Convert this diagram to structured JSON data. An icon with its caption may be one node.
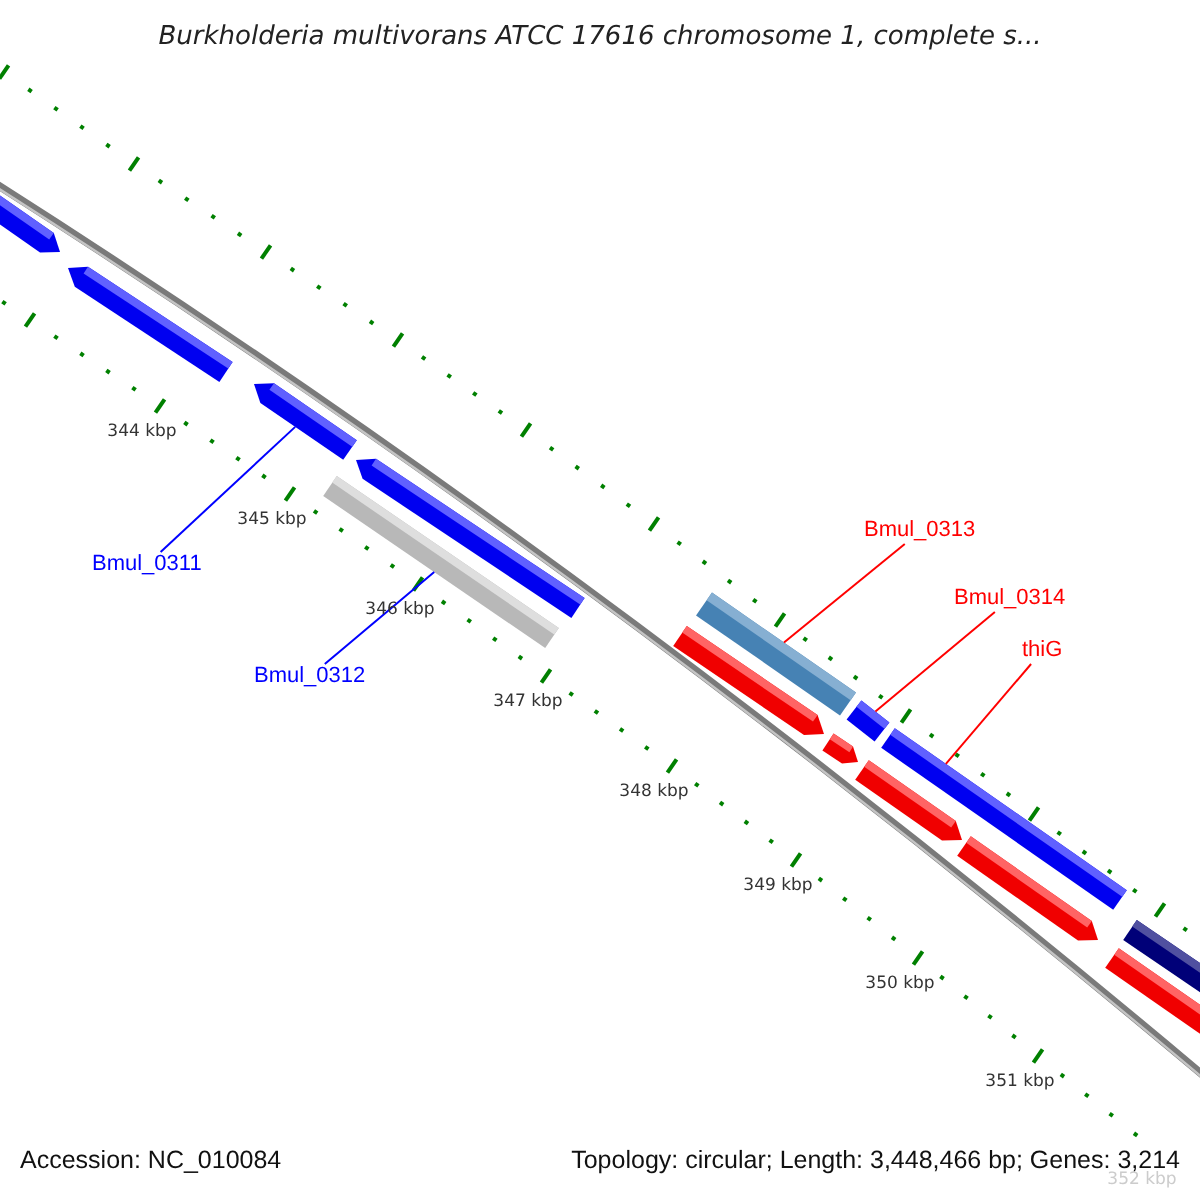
{
  "diagram": {
    "title": "Burkholderia multivorans ATCC 17616 chromosome 1, complete s...",
    "nodes": [
      {
        "text": [
          "Bmul_0311"
        ]
      },
      {
        "text": [
          "Bmul_0312"
        ]
      },
      {
        "text": [
          "Bmul_0313"
        ]
      },
      {
        "text": [
          "Bmul_0314"
        ]
      },
      {
        "text": [
          "thiG"
        ]
      },
      {
        "text": [],
        "shape": "bar"
      },
      {
        "text": [],
        "shape": "bar"
      },
      {
        "text": [],
        "shape": "bar"
      },
      {
        "text": [],
        "shape": "bar"
      },
      {
        "text": [],
        "shape": "bar"
      }
    ],
    "edges": [
      {
        "from": 0,
        "to": 5,
        "arrow": "none",
        "color": "#0000ff"
      },
      {
        "from": 1,
        "to": 6,
        "arrow": "none",
        "color": "#0000ff"
      },
      {
        "from": 2,
        "to": 7,
        "arrow": "none"
      },
      {
        "from": 3,
        "to": 8,
        "arrow": "none"
      },
      {
        "from": 4,
        "to": 9,
        "arrow": "none"
      }
    ],
    "labels": [
      "344 kbp",
      "345 kbp",
      "346 kbp",
      "347 kbp",
      "348 kbp",
      "349 kbp",
      "350 kbp",
      "351 kbp",
      "352 kbp",
      "Accession: NC_010084",
      "Topology: circular; Length: 3,448,466 bp; Genes: 3,214"
    ]
  }
}
